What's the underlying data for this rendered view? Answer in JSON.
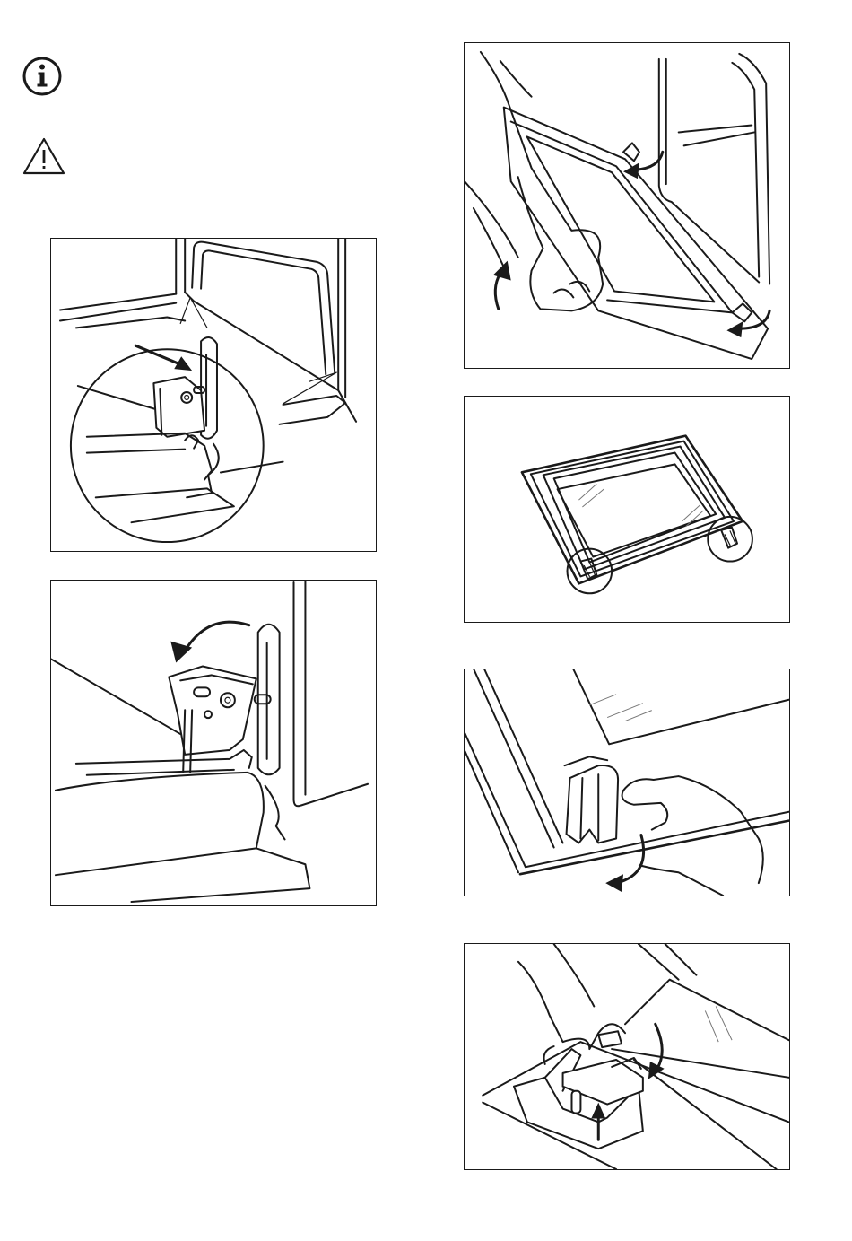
{
  "page": {
    "background": "#ffffff",
    "ink": "#1a1a1a"
  },
  "icons": {
    "info": "info-icon",
    "warning": "warning-triangle-icon"
  },
  "figures": [
    {
      "id": "hinge-lever-locate",
      "icon": "hinge-closeup-illustration"
    },
    {
      "id": "hinge-lever-lift",
      "icon": "hinge-lever-rotate-illustration"
    },
    {
      "id": "door-lift-off",
      "icon": "door-removal-illustration"
    },
    {
      "id": "door-glass-clips",
      "icon": "door-glass-panel-illustration"
    },
    {
      "id": "glass-clip-release",
      "icon": "glass-clip-release-illustration"
    },
    {
      "id": "glass-clip-install",
      "icon": "glass-clip-install-illustration"
    }
  ]
}
